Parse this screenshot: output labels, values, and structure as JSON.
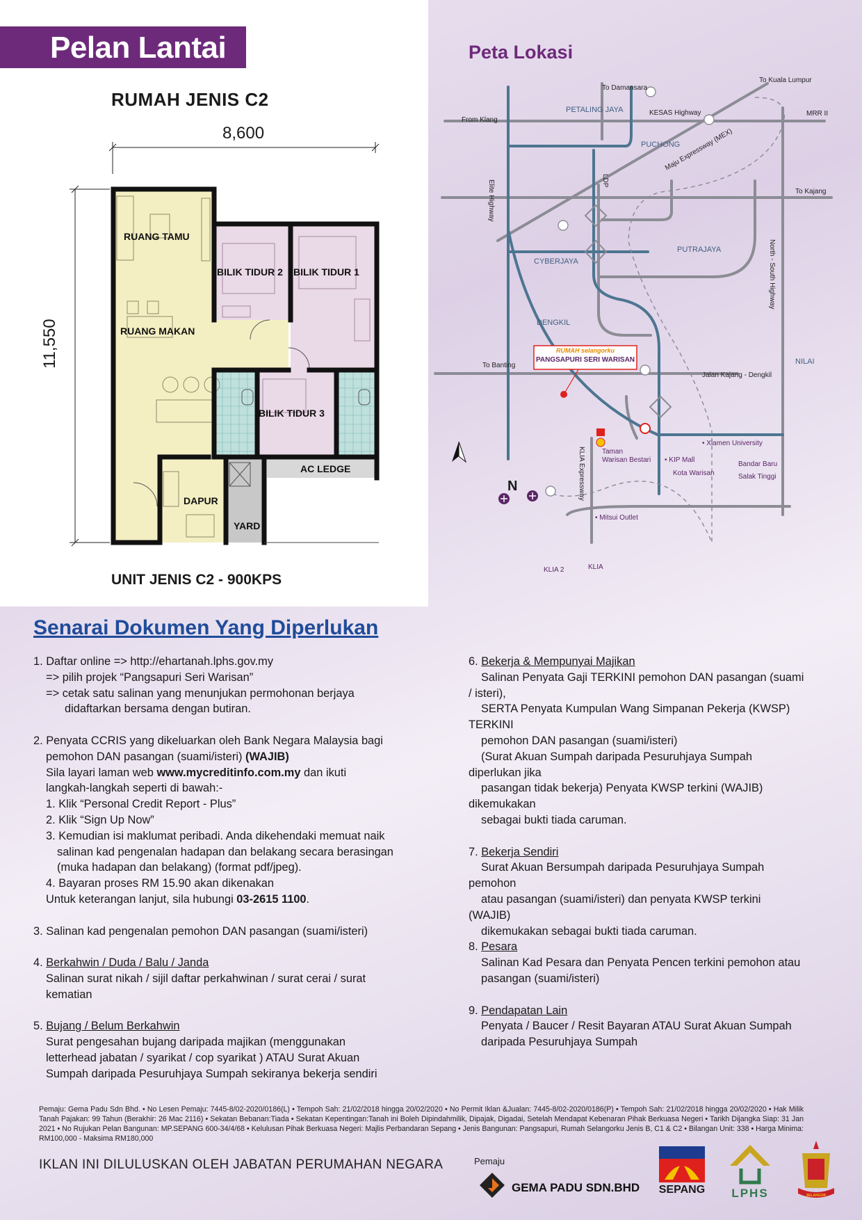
{
  "floor_plan": {
    "banner": "Pelan Lantai",
    "unit_title": "RUMAH JENIS C2",
    "width_dim": "8,600",
    "height_dim": "11,550",
    "rooms": {
      "ruang_tamu": "RUANG TAMU",
      "bilik_tidur_2": "BILIK TIDUR 2",
      "bilik_tidur_1": "BILIK TIDUR 1",
      "ruang_makan": "RUANG MAKAN",
      "bilik_tidur_3": "BILIK TIDUR 3",
      "ac_ledge": "AC LEDGE",
      "dapur": "DAPUR",
      "yard": "YARD"
    },
    "caption": "UNIT JENIS C2 - 900KPS",
    "colors": {
      "living": "#f4efc3",
      "bedroom": "#ead9e6",
      "bathroom": "#bfe0dd",
      "wall": "#111111"
    }
  },
  "map": {
    "title": "Peta Lokasi",
    "roads": {
      "to_damansara": "To Damansara",
      "to_kuala_lumpur": "To Kuala Lumpur",
      "from_klang": "From Klang",
      "kesas": "KESAS Highway",
      "mrr2": "MRR II",
      "mex": "Maju Expressway (MEX)",
      "to_kajang": "To Kajang",
      "elite": "Elite Highway",
      "ldp": "LDP",
      "nsh": "North - South Highway",
      "to_banting": "To Banting",
      "jalan_kajang": "Jalan Kajang - Dengkil",
      "klia_exp": "KLIA Expressway"
    },
    "areas": {
      "petaling_jaya": "PETALING JAYA",
      "puchong": "PUCHONG",
      "putrajaya": "PUTRAJAYA",
      "cyberjaya": "CYBERJAYA",
      "dengkil": "DENGKIL",
      "nilai": "NILAI"
    },
    "project_brand": "RUMAH selangorku",
    "project_name": "PANGSAPURI SERI WARISAN",
    "pois": {
      "xiamen": "• Xiamen University",
      "taman_1": "Taman",
      "taman_2": "Warisan Bestari",
      "kip": "• KIP Mall",
      "kota_warisan": "Kota Warisan",
      "bandar_baru_1": "Bandar Baru",
      "bandar_baru_2": "Salak Tinggi",
      "mitsui": "• Mitsui Outlet",
      "klia2": "KLIA 2",
      "klia": "KLIA"
    },
    "north": "N",
    "colors": {
      "road": "#8c8c95",
      "highway": "#4d7590",
      "background": "#dcd2e6"
    }
  },
  "documents": {
    "heading": "Senarai Dokumen Yang Diperlukan",
    "left": {
      "i1": [
        "1. Daftar online => http://ehartanah.lphs.gov.my",
        "=> pilih projek “Pangsapuri Seri Warisan”",
        "=> cetak satu salinan yang menunjukan permohonan berjaya",
        "didaftarkan bersama dengan butiran."
      ],
      "i2": {
        "l1": "2. Penyata CCRIS yang dikeluarkan oleh Bank Negara Malaysia bagi",
        "l2a": "pemohon DAN pasangan (suami/isteri) ",
        "l2b": "(WAJIB)",
        "l3a": "Sila layari laman web ",
        "l3b": "www.mycreditinfo.com.my",
        "l3c": " dan ikuti",
        "l4": "langkah-langkah seperti di bawah:-",
        "s1": "1. Klik “Personal Credit Report - Plus”",
        "s2": "2. Klik “Sign Up Now”",
        "s3a": "3. Kemudian isi maklumat peribadi. Anda dikehendaki memuat naik",
        "s3b": "salinan kad pengenalan hadapan dan belakang secara berasingan",
        "s3c": "(muka hadapan dan belakang) (format pdf/jpeg).",
        "s4": "4. Bayaran proses RM 15.90 akan dikenakan",
        "l5a": "Untuk keterangan lanjut, sila hubungi ",
        "l5b": "03-2615 1100",
        "l5c": "."
      },
      "i3": "3. Salinan kad pengenalan pemohon DAN pasangan (suami/isteri)",
      "i4": {
        "num": "4. ",
        "title": "Berkahwin / Duda / Balu / Janda",
        "lines": [
          "Salinan surat nikah / sijil daftar perkahwinan / surat cerai / surat",
          "kematian"
        ]
      },
      "i5": {
        "num": "5. ",
        "title": "Bujang / Belum Berkahwin",
        "lines": [
          "Surat pengesahan bujang daripada majikan (menggunakan",
          "letterhead jabatan / syarikat / cop syarikat ) ATAU Surat Akuan",
          "Sumpah daripada Pesuruhjaya Sumpah sekiranya bekerja sendiri"
        ]
      }
    },
    "right": {
      "i6": {
        "num": "6. ",
        "title": "Bekerja & Mempunyai Majikan",
        "lines": [
          "Salinan Penyata Gaji TERKINI pemohon DAN pasangan  (suami",
          "/ isteri),",
          "SERTA  Penyata  Kumpulan  Wang  Simpanan  Pekerja  (KWSP)",
          "TERKINI",
          "pemohon DAN pasangan (suami/isteri)",
          "(Surat  Akuan  Sumpah  daripada  Pesuruhjaya  Sumpah",
          "diperlukan jika",
          "pasangan  tidak  bekerja)  Penyata  KWSP  terkini  (WAJIB)",
          "dikemukakan",
          "sebagai bukti tiada caruman."
        ]
      },
      "i7": {
        "num": "7. ",
        "title": "Bekerja Sendiri",
        "lines": [
          "Surat  Akuan  Bersumpah  daripada  Pesuruhjaya  Sumpah",
          "pemohon",
          "atau  pasangan  (suami/isteri)  dan  penyata  KWSP  terkini",
          "(WAJIB)",
          "dikemukakan sebagai bukti tiada caruman."
        ]
      },
      "i8": {
        "num": "8. ",
        "title": "Pesara",
        "lines": [
          "Salinan Kad Pesara dan Penyata Pencen terkini pemohon atau",
          "pasangan (suami/isteri)"
        ]
      },
      "i9": {
        "num": "9. ",
        "title": "Pendapatan Lain",
        "lines": [
          "Penyata / Baucer / Resit Bayaran ATAU Surat Akuan Sumpah",
          "daripada Pesuruhjaya Sumpah"
        ]
      }
    }
  },
  "footer": {
    "legal": "Pemaju: Gema Padu Sdn Bhd. • No Lesen Pemaju: 7445-8/02-2020/0186(L)  • Tempoh Sah: 21/02/2018 hingga 20/02/2020 • No Permit Iklan &Jualan: 7445-8/02-2020/0186(P) • Tempoh Sah: 21/02/2018 hingga 20/02/2020 • Hak Milik Tanah Pajakan: 99 Tahun (Berakhir: 26 Mac 2116) • Sekatan Bebanan:Tiada • Sekatan Kepentingan:Tanah ini Boleh Dipindahmilik, Dipajak, Digadai, Setelah Mendapat Kebenaran Pihak Berkuasa Negeri • Tarikh Dijangka Siap: 31 Jan 2021 • No Rujukan Pelan Bangunan: MP.SEPANG 600-34/4/68 • Kelulusan Pihak Berkuasa Negeri: Majlis Perbandaran Sepang • Jenis Bangunan: Pangsapuri, Rumah Selangorku Jenis B, C1 & C2 • Bilangan Unit: 338 • Harga Minima: RM100,000 - Maksima RM180,000",
    "approval": "IKLAN INI DILULUSKAN OLEH JABATAN PERUMAHAN NEGARA",
    "developer_label": "Pemaju",
    "developer_name": "GEMA PADU SDN.BHD",
    "logos": {
      "sepang": "SEPANG",
      "lphs": "LPHS",
      "selangor": "SELANGOR"
    }
  }
}
